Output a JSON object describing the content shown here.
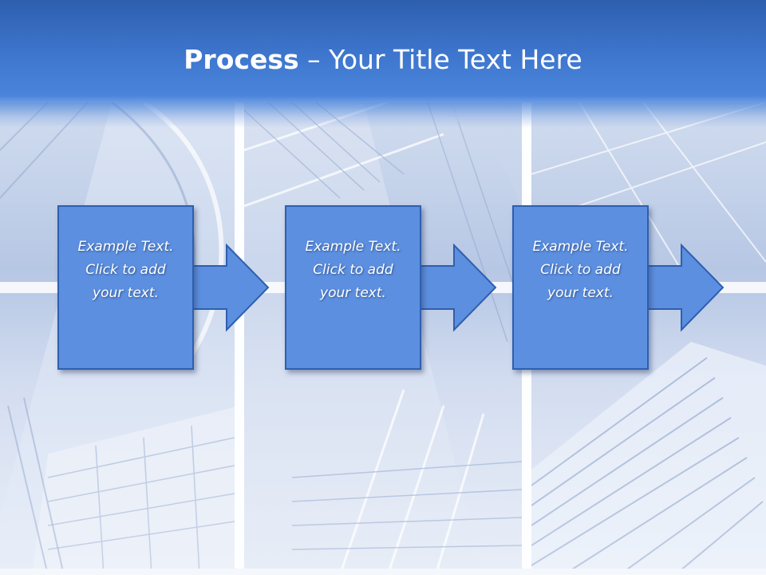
{
  "slide": {
    "title_bold": "Process",
    "title_rest": " – Your Title Text Here"
  },
  "steps": [
    {
      "text": "Example Text.\nClick  to add\nyour text."
    },
    {
      "text": "Example Text.\nClick  to add\nyour text."
    },
    {
      "text": "Example Text.\nClick  to add\nyour text."
    }
  ],
  "colors": {
    "title_bar": "#3f77cf",
    "box_fill": "#5c8fe0",
    "box_border": "#2f5fae",
    "text": "#ffffff"
  }
}
